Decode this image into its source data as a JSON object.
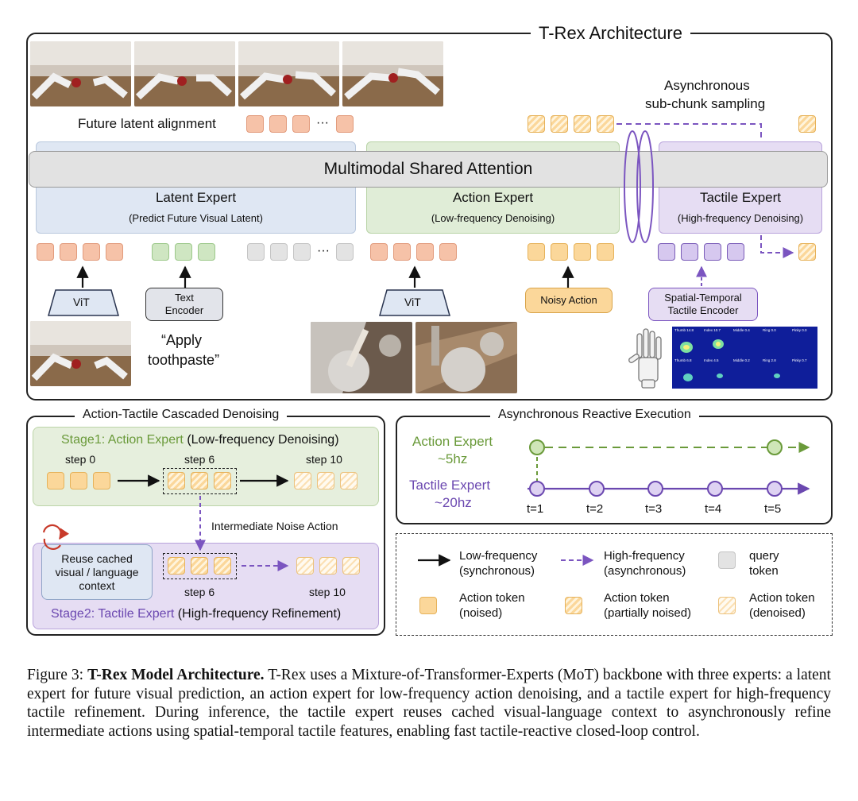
{
  "figure": {
    "main_title": "T-Rex Architecture",
    "future_latent_alignment": "Future latent alignment",
    "ellipsis": "···",
    "async_sampling": [
      "Asynchronous",
      "sub-chunk sampling"
    ],
    "shared_attention": "Multimodal Shared Attention",
    "experts": {
      "latent": {
        "name": "Latent Expert",
        "desc": "(Predict Future Visual Latent)"
      },
      "action": {
        "name": "Action Expert",
        "desc": "(Low-frequency Denoising)"
      },
      "tactile": {
        "name": "Tactile Expert",
        "desc": "(High-frequency Denoising)"
      }
    },
    "encoders": {
      "vit1": "ViT",
      "text_encoder": [
        "Text",
        "Encoder"
      ],
      "vit2": "ViT",
      "noisy_action": "Noisy Action",
      "tactile_encoder": [
        "Spatial-Temporal",
        "Tactile Encoder"
      ]
    },
    "instruction": [
      "“Apply",
      "toothpaste”"
    ],
    "tactile_map_labels": [
      "Thumb 14.8",
      "Index 10.7",
      "Middle 0.4",
      "Ring 0.0",
      "Pinky 0.0",
      "Thumb 6.8",
      "Index 4.5",
      "Middle 0.2",
      "Ring 2.8",
      "Pinky 0.7"
    ],
    "colors": {
      "latent_blue": "#dfe7f3",
      "action_green": "#e0edd7",
      "tactile_purple": "#e6ddf3",
      "green_text": "#6a9a3a",
      "purple_text": "#6b48b0",
      "arrow_purple": "#7b55c0"
    }
  },
  "cascade": {
    "title": "Action-Tactile Cascaded Denoising",
    "stage1": {
      "highlight": "Stage1: Action Expert",
      "rest": " (Low-frequency Denoising)"
    },
    "steps_top": [
      "step 0",
      "step 6",
      "step 10"
    ],
    "intermediate": "Intermediate Noise Action",
    "reuse_box": [
      "Reuse cached",
      "visual / language",
      "context"
    ],
    "steps_bottom": [
      "step 6",
      "step 10"
    ],
    "stage2": {
      "highlight": "Stage2: Tactile Expert",
      "rest": " (High-frequency Refinement)"
    }
  },
  "execution": {
    "title": "Asynchronous Reactive Execution",
    "action_expert": [
      "Action Expert",
      "~5hz"
    ],
    "tactile_expert": [
      "Tactile Expert",
      "~20hz"
    ],
    "timesteps": [
      "t=1",
      "t=2",
      "t=3",
      "t=4",
      "t=5"
    ]
  },
  "legend": {
    "low_freq": [
      "Low-frequency",
      "(synchronous)"
    ],
    "high_freq": [
      "High-frequency",
      "(asynchronous)"
    ],
    "query": [
      "query",
      "token"
    ],
    "token_noised": [
      "Action token",
      "(noised)"
    ],
    "token_partial": [
      "Action token",
      "(partially noised)"
    ],
    "token_denoised": [
      "Action token",
      "(denoised)"
    ]
  },
  "caption": {
    "label": "Figure 3: ",
    "bold": "T-Rex Model Architecture.",
    "text": " T-Rex uses a Mixture-of-Transformer-Experts (MoT) backbone with three experts: a latent expert for future visual prediction, an action expert for low-frequency action denoising, and a tactile expert for high-frequency tactile refinement. During inference, the tactile expert reuses cached visual-language context to asynchronously refine intermediate actions using spatial-temporal tactile features, enabling fast tactile-reactive closed-loop control."
  }
}
